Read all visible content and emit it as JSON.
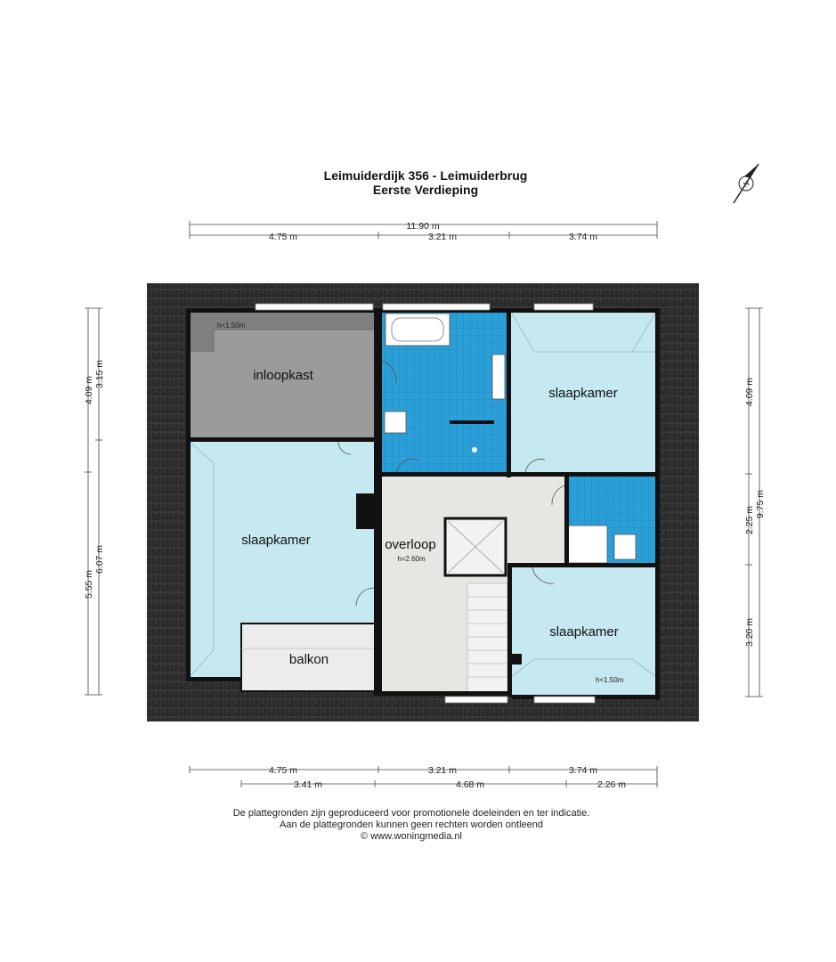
{
  "title": {
    "line1": "Leimuiderdijk 356 - Leimuiderbrug",
    "line2": "Eerste Verdieping"
  },
  "dimensions": {
    "top_total": "11.90 m",
    "top_left": "4.75 m",
    "top_mid": "3.21 m",
    "top_right": "3.74 m",
    "bottom_row1_left": "4.75 m",
    "bottom_row1_mid": "3.21 m",
    "bottom_row1_right": "3.74 m",
    "bottom_row2_left": "3.41 m",
    "bottom_row2_mid": "4.68 m",
    "bottom_row2_right": "2.26 m",
    "left_outer_top": "4.09 m",
    "left_inner_top": "3.15 m",
    "left_outer_bottom": "5.55 m",
    "left_inner_bottom": "6.07 m",
    "right_inner_top": "4.09 m",
    "right_inner_mid": "2.25 m",
    "right_inner_bottom": "3.20 m",
    "right_outer_total": "9.75 m"
  },
  "rooms": {
    "inloopkast": "inloopkast",
    "slaapkamer_left": "slaapkamer",
    "slaapkamer_topright": "slaapkamer",
    "slaapkamer_bottomright": "slaapkamer",
    "overloop": "overloop",
    "overloop_height": "h=2.60m",
    "balkon": "balkon",
    "height_note_left": "h<1.50m",
    "height_note_right": "h<1.50m"
  },
  "footer": {
    "line1": "De plattegronden zijn geproduceerd voor promotionele doeleinden en ter indicatie.",
    "line2": "Aan de plattegronden kunnen geen rechten worden ontleend",
    "line3": "© www.woningmedia.nl"
  },
  "compass": {
    "label": "N"
  },
  "colors": {
    "roof": "#2b2b2b",
    "bedroom": "#c5e8f1",
    "bathroom": "#2a9fd8",
    "closet": "#9b9b9b",
    "hallway": "#e6e6e3",
    "wall": "#111111"
  }
}
